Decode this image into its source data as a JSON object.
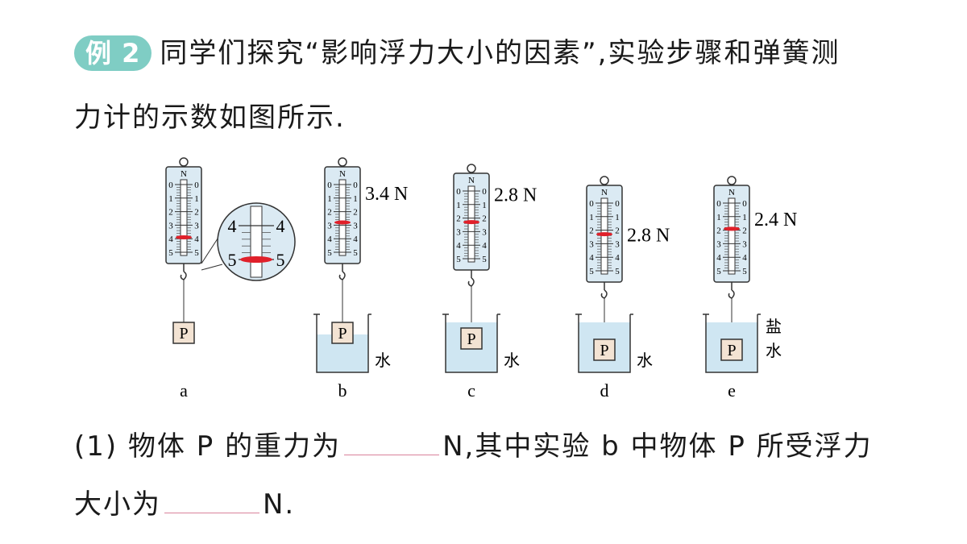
{
  "problem": {
    "badge": "例 2",
    "line1": "同学们探究“影响浮力大小的因素”,实验步骤和弹簧测",
    "line2": "力计的示数如图所示."
  },
  "figure": {
    "object_label": "P",
    "setups": [
      {
        "letter": "a",
        "reading": "",
        "liquid": ""
      },
      {
        "letter": "b",
        "reading": "3.4 N",
        "liquid": "水"
      },
      {
        "letter": "c",
        "reading": "2.8 N",
        "liquid": "水"
      },
      {
        "letter": "d",
        "reading": "2.8 N",
        "liquid": "水"
      },
      {
        "letter": "e",
        "reading": "2.4 N",
        "liquid": "盐水"
      }
    ],
    "scale_unit": "N",
    "scale_ticks": [
      "0",
      "1",
      "2",
      "3",
      "4",
      "5"
    ],
    "zoom_ticks": [
      "4",
      "5"
    ],
    "colors": {
      "indicator": "#e0202a",
      "water": "#cfe6f2",
      "gauge": "#dbeaf3",
      "object": "#f3e3d3"
    }
  },
  "question": {
    "q1_part1": "(1) 物体 P 的重力为",
    "q1_part2": "N,其中实验 b 中物体 P 所受浮力",
    "q2_part1": "大小为",
    "q2_part2": "N."
  }
}
